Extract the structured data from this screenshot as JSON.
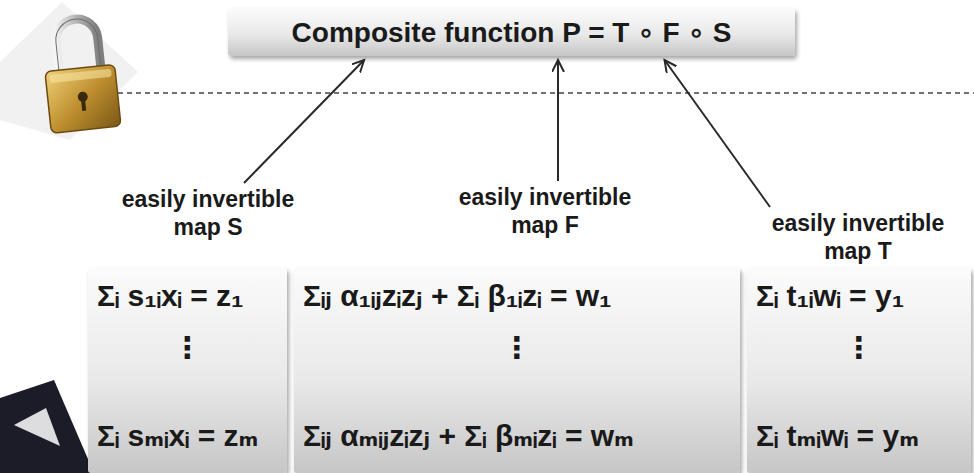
{
  "diagram": {
    "nodes": [
      {
        "text": [
          "Composite function P = T ∘ F ∘ S"
        ]
      },
      {
        "text": [
          "easily invertible map S",
          "Σᵢ s₁ᵢxᵢ = z₁",
          "⋮",
          "Σᵢ sₘᵢxᵢ = zₘ"
        ]
      },
      {
        "text": [
          "easily invertible map F",
          "Σᵢⱼ α₁ᵢⱼzᵢzⱼ + Σᵢ β₁ᵢzᵢ = w₁",
          "⋮",
          "Σᵢⱼ αₘᵢⱼzᵢzⱼ + Σᵢ βₘᵢzᵢ = wₘ"
        ]
      },
      {
        "text": [
          "easily invertible map T",
          "Σᵢ t₁ᵢwᵢ = y₁",
          "⋮",
          "Σᵢ tₘᵢwᵢ = yₘ"
        ]
      }
    ],
    "edges": [
      {
        "from": 1,
        "to": 0,
        "arrow": "to"
      },
      {
        "from": 2,
        "to": 0,
        "arrow": "to"
      },
      {
        "from": 3,
        "to": 0,
        "arrow": "to"
      }
    ]
  }
}
